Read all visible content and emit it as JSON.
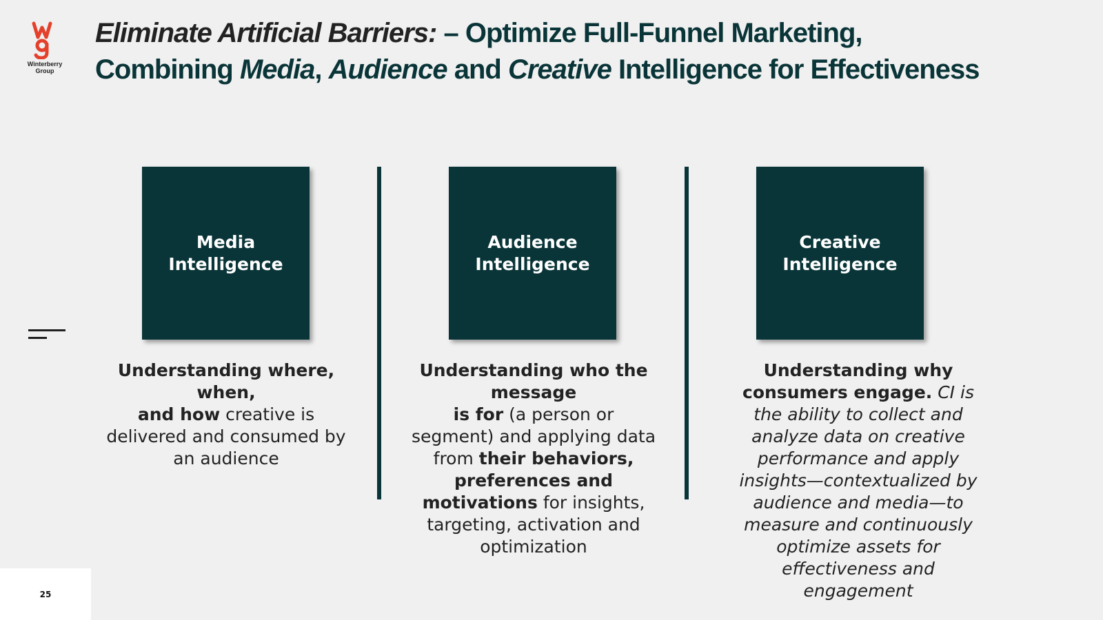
{
  "logo": {
    "text_line1": "Winterberry",
    "text_line2": "Group",
    "brand_color": "#e4412c"
  },
  "title": {
    "part1": "Eliminate Artificial Barriers:",
    "part2": " – Optimize Full-Funnel Marketing,",
    "part3": "Combining ",
    "media": "Media",
    "comma": ", ",
    "audience": "Audience",
    "and": " and ",
    "creative": "Creative",
    "part4": " Intelligence for Effectiveness"
  },
  "cards": [
    {
      "line1": "Media",
      "line2": "Intelligence"
    },
    {
      "line1": "Audience",
      "line2": "Intelligence"
    },
    {
      "line1": "Creative",
      "line2": "Intelligence"
    }
  ],
  "descriptions": {
    "media": {
      "b1": "Understanding where, when,",
      "b2": "and how",
      "t1": " creative is delivered and consumed by an audience"
    },
    "audience": {
      "b1": "Understanding who the message",
      "b2": "is for",
      "t1": " (a person or segment) and applying data from ",
      "b3": "their behaviors, preferences and motivations",
      "t2": " for insights, targeting, activation and optimization"
    },
    "creative": {
      "b1": "Understanding why consumers engage.",
      "i1": " CI is the ability to collect and analyze data on creative performance and apply insights—contextualized by audience and media—to measure and continuously optimize assets for effectiveness and engagement"
    }
  },
  "page_number": "25",
  "colors": {
    "primary": "#0a3538",
    "background": "#f0f0f0"
  }
}
